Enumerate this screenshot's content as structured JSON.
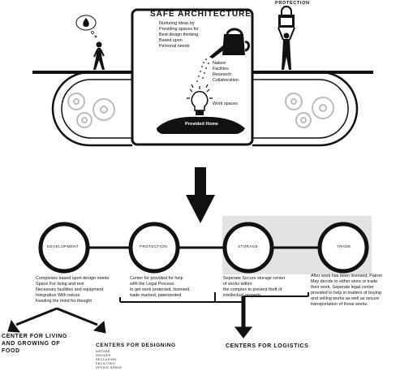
{
  "title": "safe Architecture",
  "protection_label": "Protection",
  "top_list": [
    "Nurturing ideas by",
    "Providing spaces for",
    "Best design thinking",
    "Based upon",
    "Personal needs"
  ],
  "mid_list": [
    "Nature",
    "Facilites",
    "Research",
    "Collaboration"
  ],
  "work_spaces": "Work spaces",
  "provided_home": "Provided Home",
  "stages": [
    {
      "label": "Development"
    },
    {
      "label": "Protection"
    },
    {
      "label": "Storage"
    },
    {
      "label": "Trade"
    }
  ],
  "descriptions": {
    "development": [
      "Complexes based upon design needs",
      "Space For living and rest",
      "Necessary facilities and equipment",
      "Integration With nature",
      "Feeding the mind for thought"
    ],
    "protection": [
      "Center for provided for help",
      "with the Legal Process",
      "to get work protected, licensed,",
      "trade marked, patentented"
    ],
    "storage": [
      "Seperate Secure storage center",
      "of works within",
      "the complex to prevent theft of",
      "intellectual property"
    ],
    "trade": [
      "After work has been licensed, Patron",
      "May decide to either store or trade",
      "their work. Seperate legal center",
      "provided to help in matters of buying",
      "and selling works as well as secure",
      "transportation of those works."
    ]
  },
  "centers": {
    "living": [
      "Center for living",
      "and growing of",
      "food"
    ],
    "designing": "Centers for designing",
    "designing_items": [
      "nature",
      "groups",
      "seclusion",
      "facilities",
      "office space"
    ],
    "logistics": "Centers for logistics"
  }
}
